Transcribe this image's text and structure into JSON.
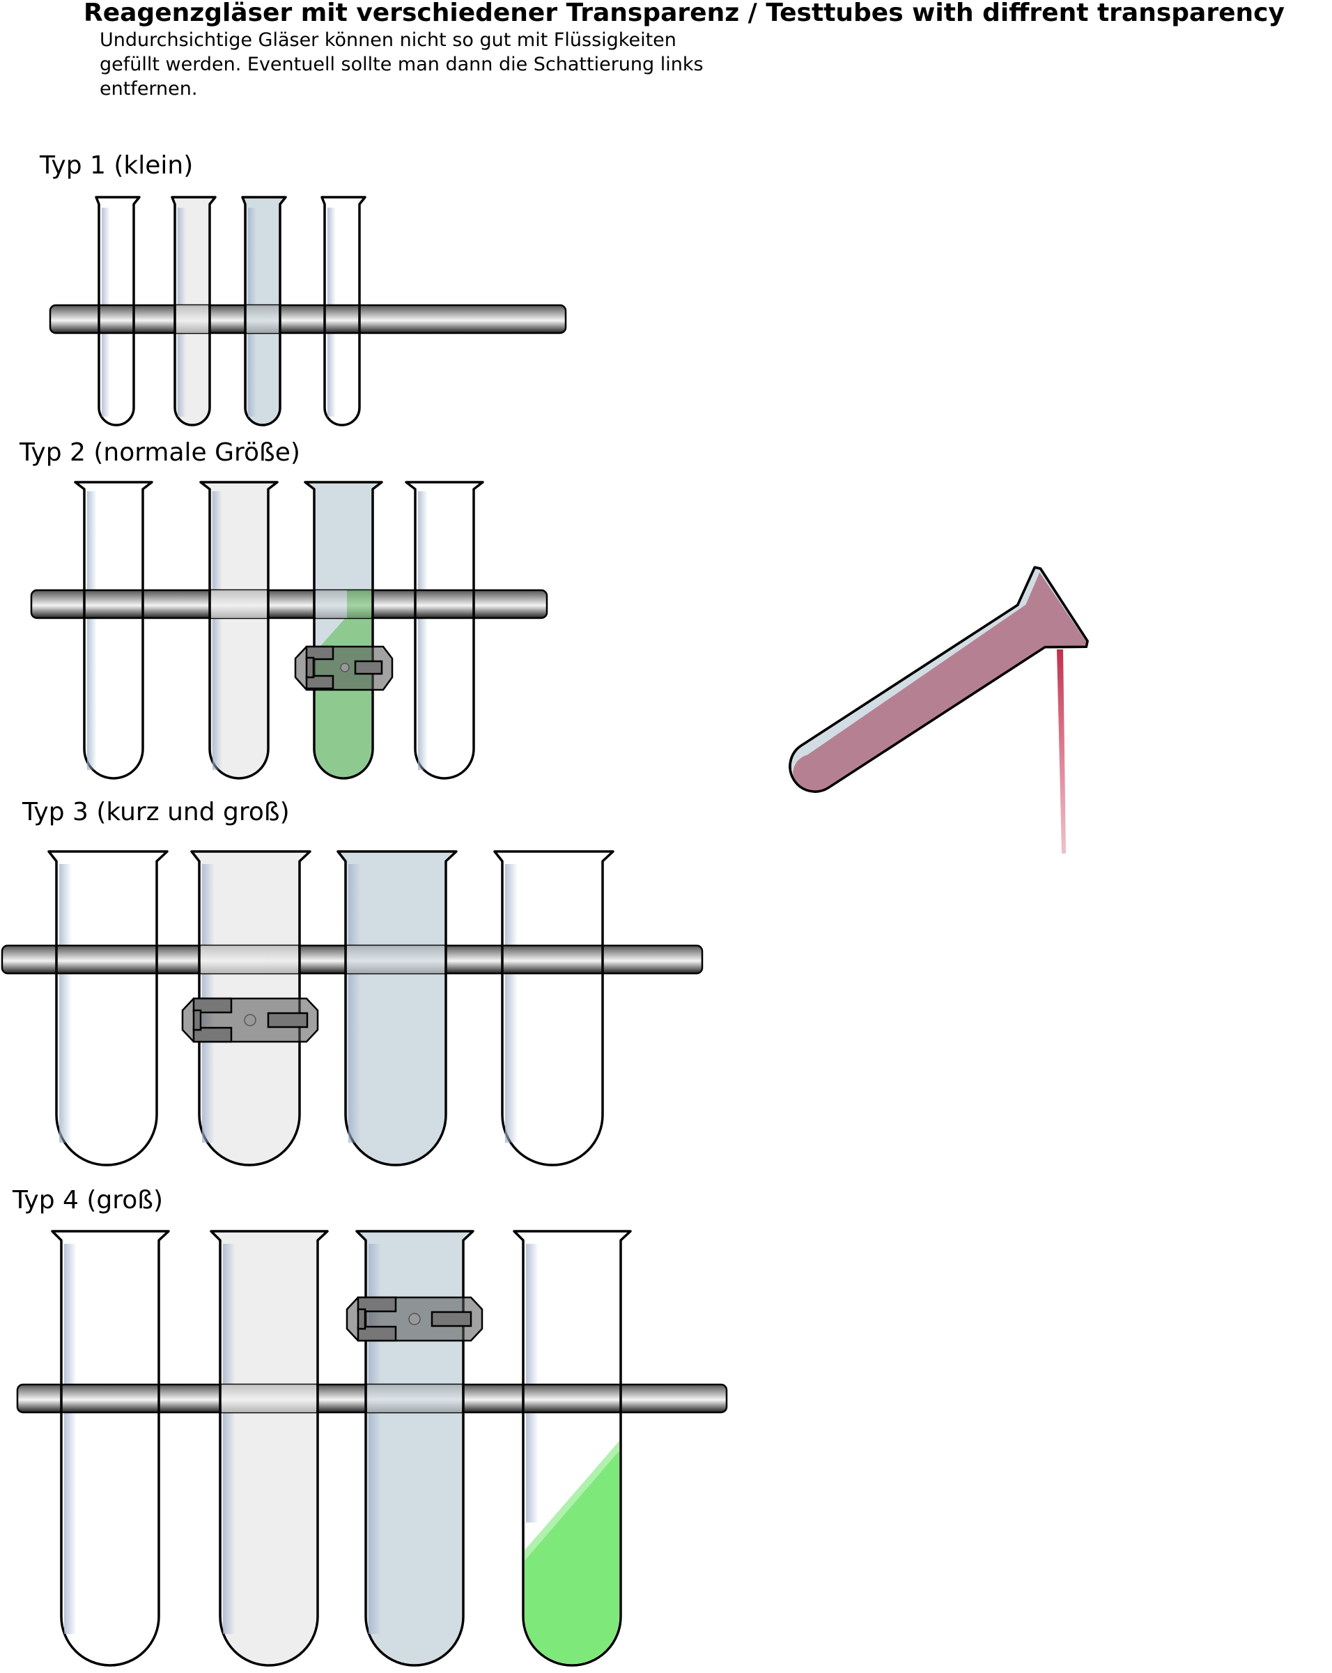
{
  "header": {
    "title": "Reagenzgläser mit verschiedener Transparenz / Testtubes with diffrent transparency",
    "note_lines": [
      "Undurchsichtige Gläser können nicht so gut mit Flüssigkeiten",
      "gefüllt werden. Eventuell sollte man dann die Schattierung links",
      "entfernen."
    ]
  },
  "types": [
    {
      "label": "Typ 1 (klein)"
    },
    {
      "label": "Typ 2 (normale Größe)"
    },
    {
      "label": "Typ 3 (kurz und groß)"
    },
    {
      "label": "Typ 4 (groß)"
    }
  ],
  "colors": {
    "outline": "#000000",
    "glass_clear": "#ffffff",
    "glass_light": "#eeeeee",
    "glass_blue": "#d2dde3",
    "rod_dark": "#555555",
    "rod_light": "#f2f2f2",
    "clamp": "#6f6f6f",
    "liquid_green": "#7ee87a",
    "liquid_green_soft": "#86c886",
    "liquid_red": "#b47a8e",
    "pour_stream": "#c0304c"
  },
  "transparency_variants": [
    "clear",
    "light-grey",
    "blue-grey",
    "clear"
  ]
}
